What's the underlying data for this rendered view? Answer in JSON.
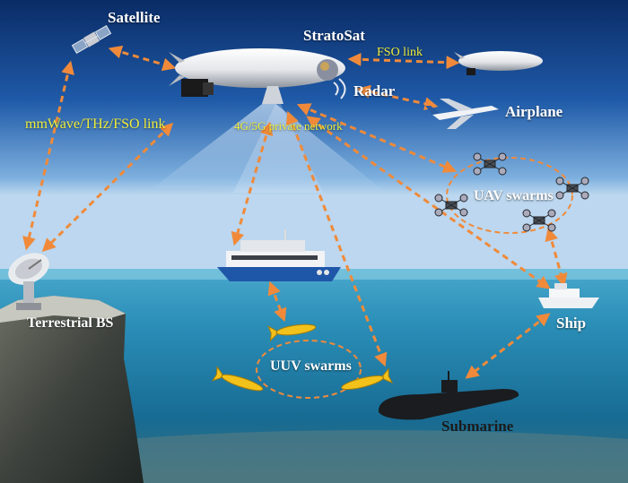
{
  "labels": {
    "satellite": "Satellite",
    "stratosat": "StratoSat",
    "fso_link": "FSO link",
    "radar": "Radar",
    "airplane": "Airplane",
    "mmwave_link": "mmWave/THz/FSO link",
    "private_network": "4G/5G private network",
    "uav_swarms": "UAV swarms",
    "terrestrial_bs": "Terrestrial BS",
    "ship": "Ship",
    "uuv_swarms": "UUV swarms",
    "submarine": "Submarine"
  },
  "colors": {
    "link_arrow": "#f08a3a",
    "label_yellow": "#f0ee3a",
    "sky_top": "#0b2f6b",
    "sea_surface": "#5fb7d6",
    "sea_deep": "#0f5f86"
  }
}
